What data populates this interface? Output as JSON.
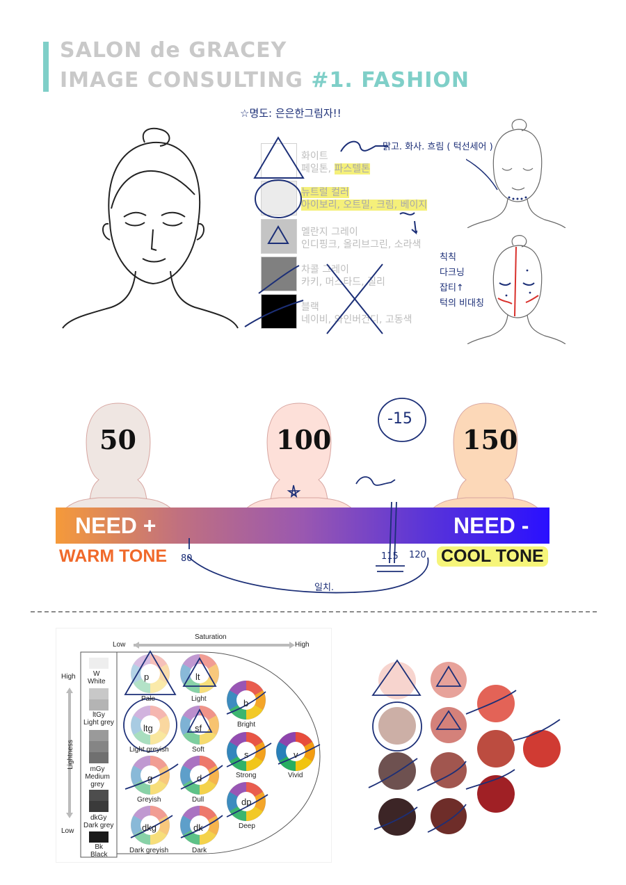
{
  "header": {
    "line1": "SALON de GRACEY",
    "line2": "IMAGE CONSULTING",
    "line2_accent": "#1. FASHION",
    "colors": {
      "bar": "#7fcfc8",
      "text": "#c9c9c9",
      "accent": "#7fcfc8"
    }
  },
  "lightness_note": "☆명도: 은은한그림자!!",
  "swatches": [
    {
      "color": "#ffffff",
      "name": "화이트",
      "names": "페일톤, ",
      "names_hl": "파스텔톤",
      "names_after": ""
    },
    {
      "color": "#ebebeb",
      "name": "뉴트럴 컬러",
      "names": "",
      "names_hl": "아이보리, 오트밀, 크림, 베이지",
      "names_after": ""
    },
    {
      "color": "#c4c4c4",
      "name": "멜란지 그레이",
      "names": "인디핑크, 올리브그린, 소라색",
      "names_hl": "",
      "names_after": ""
    },
    {
      "color": "#808080",
      "name": "차콜 그레이",
      "names": "카키, 머스타드, 질리",
      "names_hl": "",
      "names_after": ""
    },
    {
      "color": "#000000",
      "name": "블랙",
      "names": "네이비, 와인버건디, 고동색",
      "names_hl": "",
      "names_after": ""
    }
  ],
  "handwriting": {
    "note1": "맑고. 화사. 흐림 ( 턱선세어 )",
    "note2": "칙칙",
    "note3": "다크닝",
    "note4": "잡티↑",
    "note5": "턱의 비대칭",
    "circle15": "-15",
    "n80": "80",
    "n115": "115",
    "n120": "120",
    "match": "일치."
  },
  "heads": [
    {
      "value": "50",
      "skin": "#efe6e2"
    },
    {
      "value": "100",
      "skin": "#fde0d9"
    },
    {
      "value": "150",
      "skin": "#fcd8b8"
    }
  ],
  "bar": {
    "left_label": "NEED +",
    "right_label": "NEED -",
    "warm": "WARM TONE",
    "cool": "COOL TONE",
    "warm_color": "#f0692a",
    "cool_color": "#1a1a1a",
    "cool_highlight": "#f6f57a"
  },
  "tone_chart": {
    "saturation": "Saturation",
    "low": "Low",
    "high": "High",
    "lightness": "Lightness",
    "l_high": "High",
    "l_low": "Low",
    "grays": [
      {
        "code": "W",
        "label": "White"
      },
      {
        "code": "ltGy",
        "label": "Light grey"
      },
      {
        "code": "mGy",
        "label": "Medium grey"
      },
      {
        "code": "dkGy",
        "label": "Dark grey"
      },
      {
        "code": "Bk",
        "label": "Black"
      }
    ],
    "tones": [
      {
        "code": "p",
        "label": "Pale"
      },
      {
        "code": "lt",
        "label": "Light"
      },
      {
        "code": "b",
        "label": "Bright"
      },
      {
        "code": "ltg",
        "label": "Light greyish"
      },
      {
        "code": "sf",
        "label": "Soft"
      },
      {
        "code": "s",
        "label": "Strong"
      },
      {
        "code": "v",
        "label": "Vivid"
      },
      {
        "code": "g",
        "label": "Greyish"
      },
      {
        "code": "d",
        "label": "Dull"
      },
      {
        "code": "dp",
        "label": "Deep"
      },
      {
        "code": "dkg",
        "label": "Dark greyish"
      },
      {
        "code": "dk",
        "label": "Dark"
      }
    ]
  },
  "palette_colors": [
    "#f7d4ce",
    "#e7a29a",
    "#e36357",
    "#ccafa6",
    "#d4817a",
    "#bc4c40",
    "#d03b33",
    "#6e5150",
    "#a1564f",
    "#a02025",
    "#3c2526",
    "#6e2d29"
  ]
}
